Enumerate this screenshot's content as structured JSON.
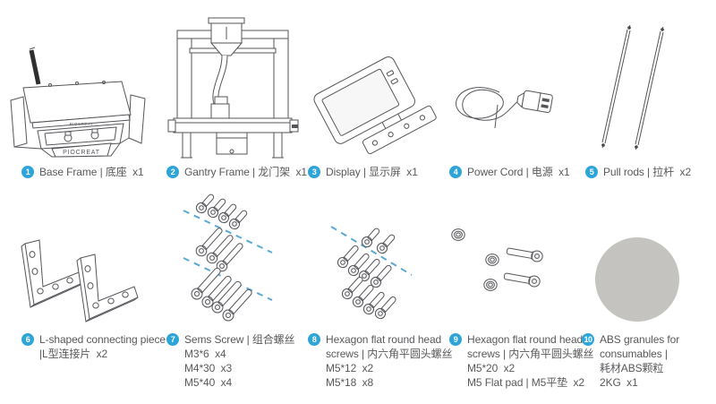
{
  "brand": "PIOCREAT",
  "colors": {
    "accent": "#2ea5d8",
    "text": "#58595b",
    "line": "#55565a",
    "dash": "#58a9d3"
  },
  "items": [
    {
      "num": "1",
      "lines": [
        "Base Frame | 底座  x1"
      ]
    },
    {
      "num": "2",
      "lines": [
        "Gantry Frame | 龙门架  x1"
      ]
    },
    {
      "num": "3",
      "lines": [
        "Display | 显示屏  x1"
      ]
    },
    {
      "num": "4",
      "lines": [
        "Power Cord | 电源  x1"
      ]
    },
    {
      "num": "5",
      "lines": [
        "Pull rods | 拉杆  x2"
      ]
    },
    {
      "num": "6",
      "lines": [
        "L-shaped connecting piece",
        "|L型连接片  x2"
      ]
    },
    {
      "num": "7",
      "lines": [
        "Sems Screw | 组合螺丝",
        "M3*6  x4",
        "M4*30  x3",
        "M5*40  x4"
      ]
    },
    {
      "num": "8",
      "lines": [
        "Hexagon flat round head",
        "screws | 内六角平圆头螺丝",
        "M5*12  x2",
        "M5*18  x8"
      ]
    },
    {
      "num": "9",
      "lines": [
        "Hexagon flat round head",
        "screws | 内六角平圆头螺丝",
        "M5*20  x2",
        "M5 Flat pad | M5平垫  x2"
      ]
    },
    {
      "num": "10",
      "lines": [
        "ABS granules for",
        "consumables |",
        "耗材ABS颗粒",
        "2KG  x1"
      ]
    }
  ]
}
